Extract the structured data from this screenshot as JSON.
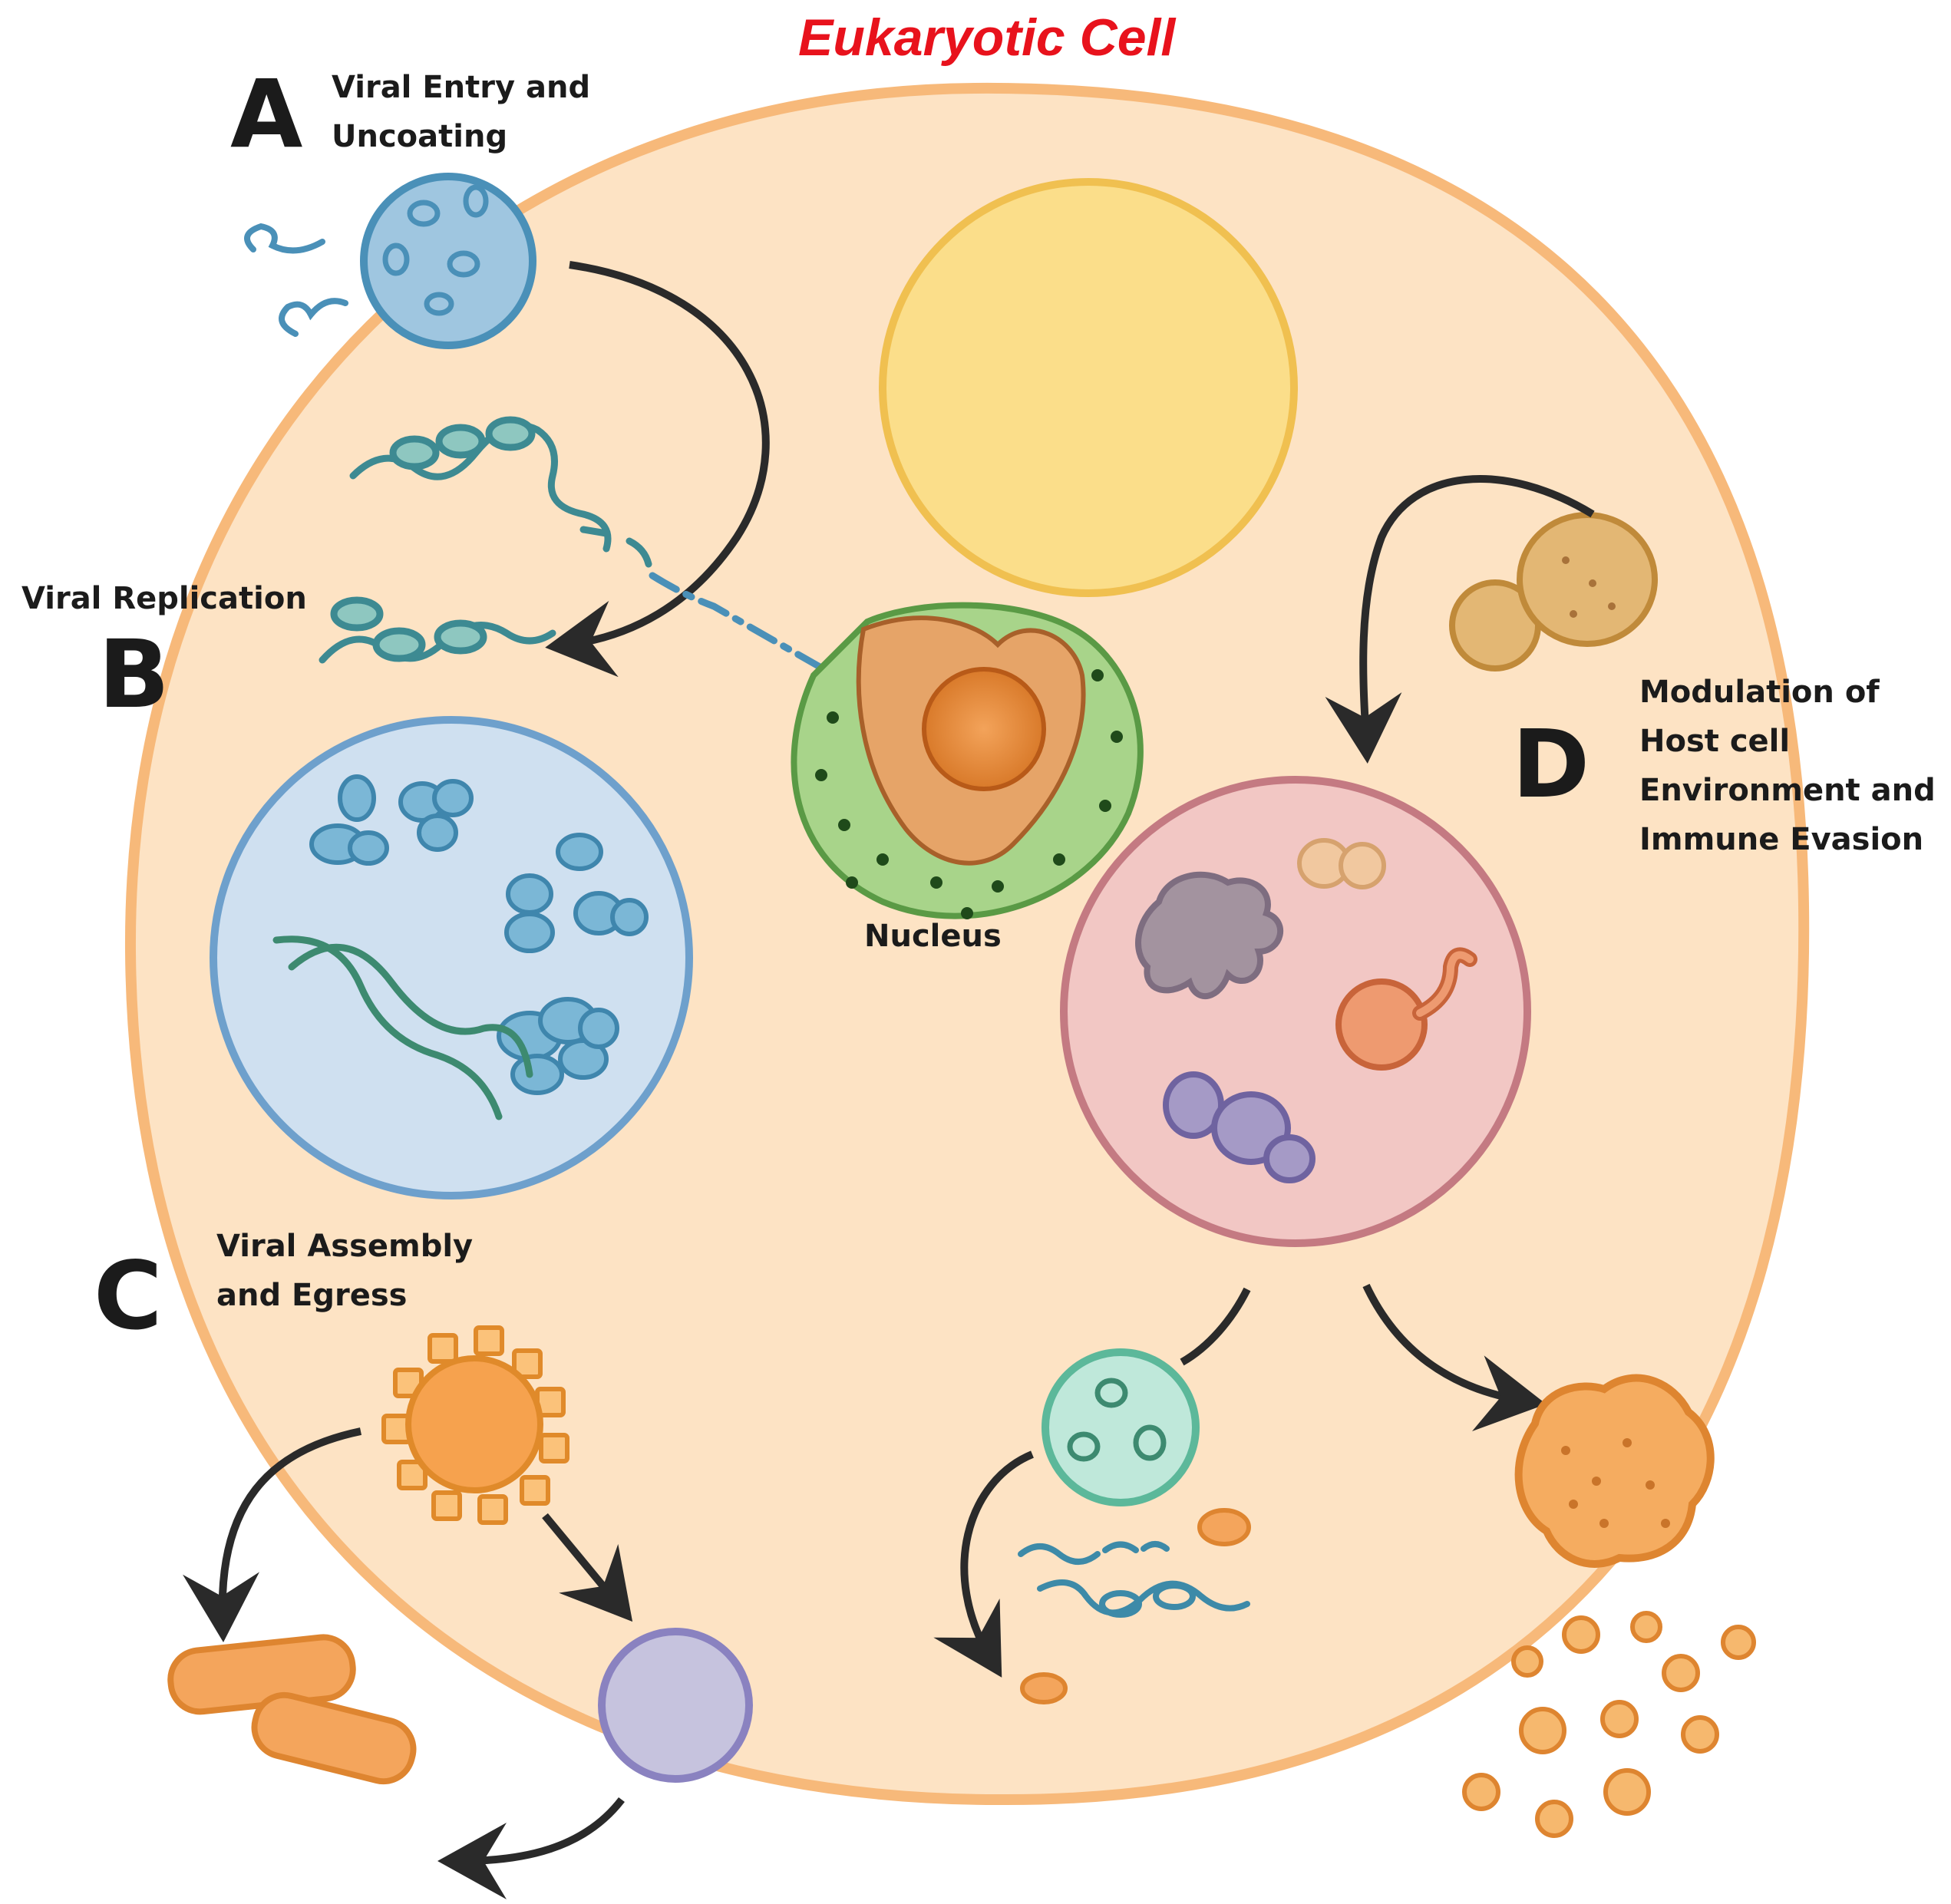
{
  "title": "Eukaryotic Cell",
  "labels": {
    "a_letter": "A",
    "a_text": [
      "Viral Entry and",
      "Uncoating"
    ],
    "b_letter": "B",
    "b_text": "Viral Replication",
    "c_letter": "C",
    "c_text": [
      "Viral Assembly",
      "and Egress"
    ],
    "d_letter": "D",
    "d_text": [
      "Modulation of",
      "Host cell",
      "Environment and",
      "Immune Evasion"
    ],
    "nucleus": "Nucleus"
  },
  "colors": {
    "title": "#e8121c",
    "cell_fill": "#fde3c4",
    "cell_outline": "#f7b97a",
    "virus_blue": "#4a90b8",
    "replication_compartment": "#cfe0f0",
    "host_compartment": "#f2c7c4",
    "arrow": "#2a2a2a"
  }
}
